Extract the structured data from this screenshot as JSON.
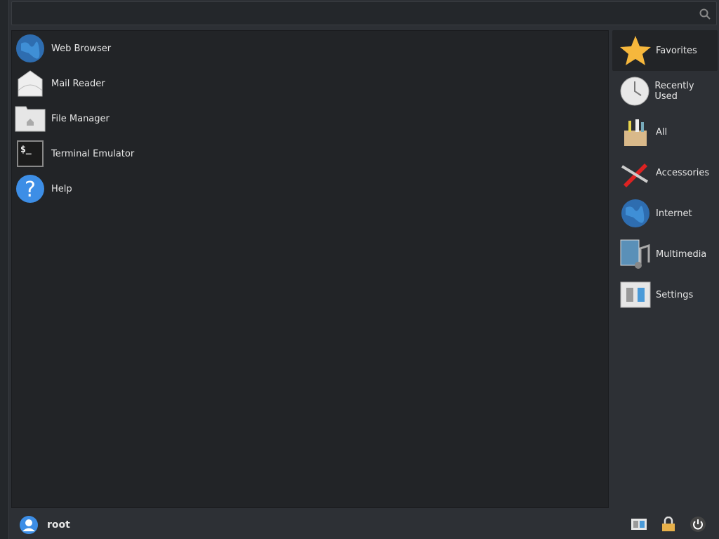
{
  "search": {
    "placeholder": "",
    "value": ""
  },
  "apps": [
    {
      "label": "Web Browser",
      "icon": "globe-icon"
    },
    {
      "label": "Mail Reader",
      "icon": "mail-icon"
    },
    {
      "label": "File Manager",
      "icon": "folder-icon"
    },
    {
      "label": "Terminal Emulator",
      "icon": "terminal-icon"
    },
    {
      "label": "Help",
      "icon": "help-icon"
    }
  ],
  "categories": [
    {
      "label": "Favorites",
      "icon": "star-icon"
    },
    {
      "label": "Recently Used",
      "icon": "clock-icon"
    },
    {
      "label": "All",
      "icon": "all-apps-icon"
    },
    {
      "label": "Accessories",
      "icon": "accessories-icon"
    },
    {
      "label": "Internet",
      "icon": "globe-icon"
    },
    {
      "label": "Multimedia",
      "icon": "multimedia-icon"
    },
    {
      "label": "Settings",
      "icon": "settings-icon"
    }
  ],
  "user": {
    "name": "root"
  },
  "actions": [
    "settings-manager-icon",
    "lock-icon",
    "power-icon"
  ]
}
